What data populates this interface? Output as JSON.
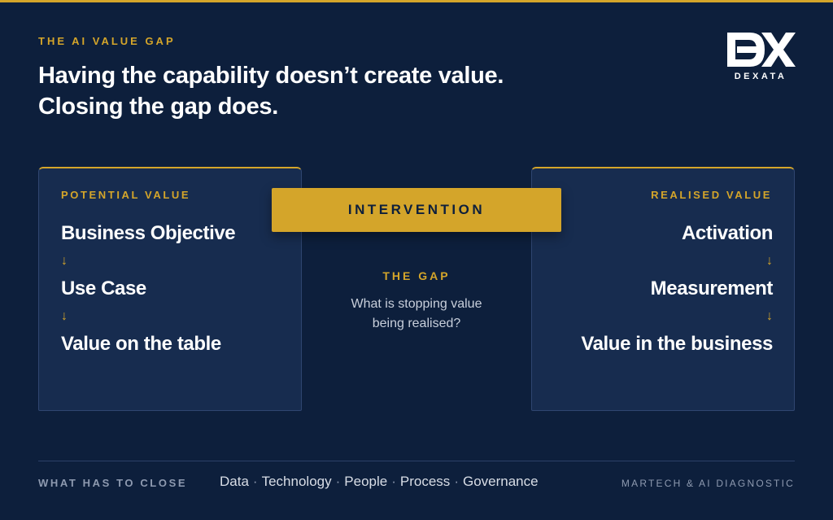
{
  "eyebrow": "THE AI VALUE GAP",
  "headline": {
    "line1": "Having the capability doesn’t create value.",
    "line2": "Closing the gap does."
  },
  "logo": {
    "icon": "dexata-dx-logo",
    "word": "DEXATA"
  },
  "potential": {
    "label": "POTENTIAL VALUE",
    "steps": [
      "Business Objective",
      "Use Case",
      "Value on the table"
    ],
    "arrow": "↓"
  },
  "realised": {
    "label": "REALISED VALUE",
    "steps": [
      "Activation",
      "Measurement",
      "Value in the business"
    ],
    "arrow": "↓"
  },
  "intervention": {
    "label": "INTERVENTION"
  },
  "gap": {
    "title": "THE GAP",
    "line1": "What is stopping value",
    "line2": "being realised?"
  },
  "footer": {
    "label": "WHAT HAS TO CLOSE",
    "items": [
      "Data",
      "Technology",
      "People",
      "Process",
      "Governance"
    ],
    "separator": "·",
    "right": "MARTECH & AI DIAGNOSTIC"
  },
  "colors": {
    "background": "#0d1f3c",
    "card": "#172c4f",
    "accent": "#d4a52a",
    "text": "#ffffff",
    "muted": "#8e9ab0"
  }
}
